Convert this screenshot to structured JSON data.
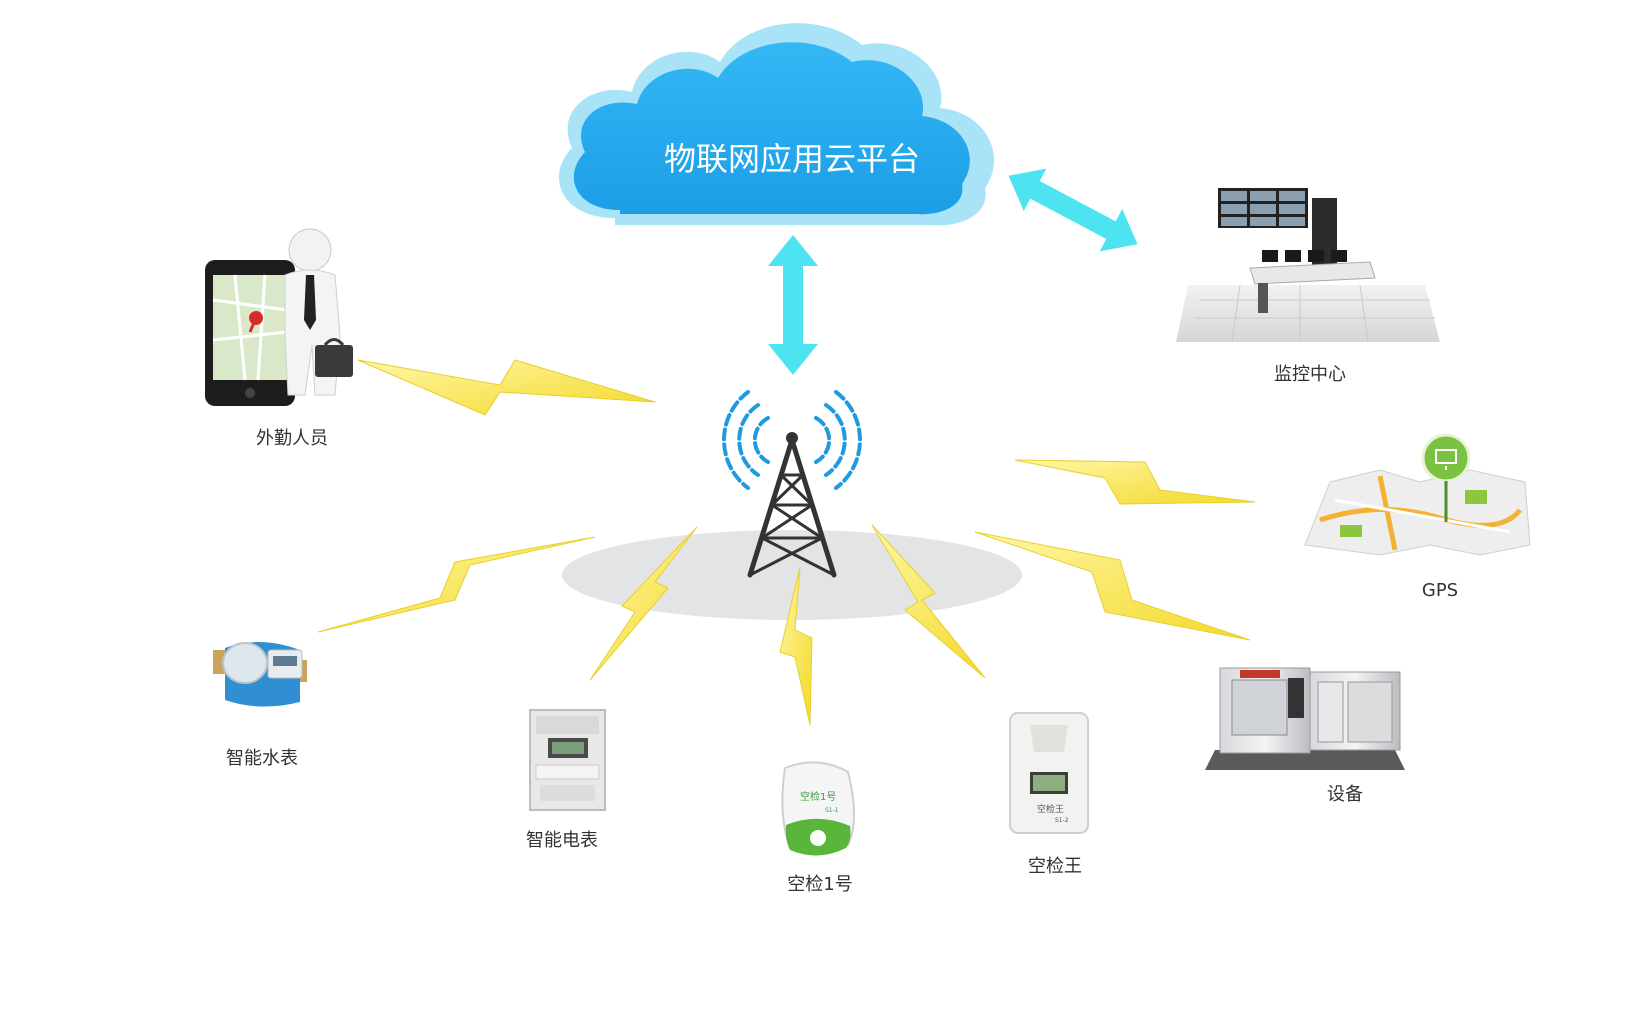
{
  "cloud": {
    "title": "物联网应用云平台"
  },
  "nodes": {
    "field_staff": {
      "label": "外勤人员"
    },
    "monitor_center": {
      "label": "监控中心"
    },
    "gps": {
      "label": "GPS",
      "accent": "#7cc242"
    },
    "water_meter": {
      "label": "智能水表"
    },
    "electric_meter": {
      "label": "智能电表"
    },
    "air_check_1": {
      "label": "空检1号",
      "device_text": "空检1号",
      "device_code": "S1-1"
    },
    "air_check_king": {
      "label": "空检王",
      "device_text": "空检王",
      "device_code": "S1-2"
    },
    "equipment": {
      "label": "设备"
    }
  },
  "colors": {
    "cloud_fill": "#2eaef0",
    "cloud_outline": "#a9e3f7",
    "arrow": "#4de3f0",
    "bolt": "#f8e34a",
    "tower": "#333333",
    "signal": "#1e9be0",
    "ground": "#e3e4e6"
  },
  "icons": {
    "tower": "signal-tower-icon",
    "phone": "smartphone-map-icon",
    "monitor": "monitor-room-icon",
    "gps": "gps-map-pin-icon",
    "water": "water-meter-icon",
    "electric": "electric-meter-icon",
    "sensor1": "air-sensor-icon",
    "sensor2": "air-sensor-box-icon",
    "machine": "industrial-machine-icon"
  }
}
